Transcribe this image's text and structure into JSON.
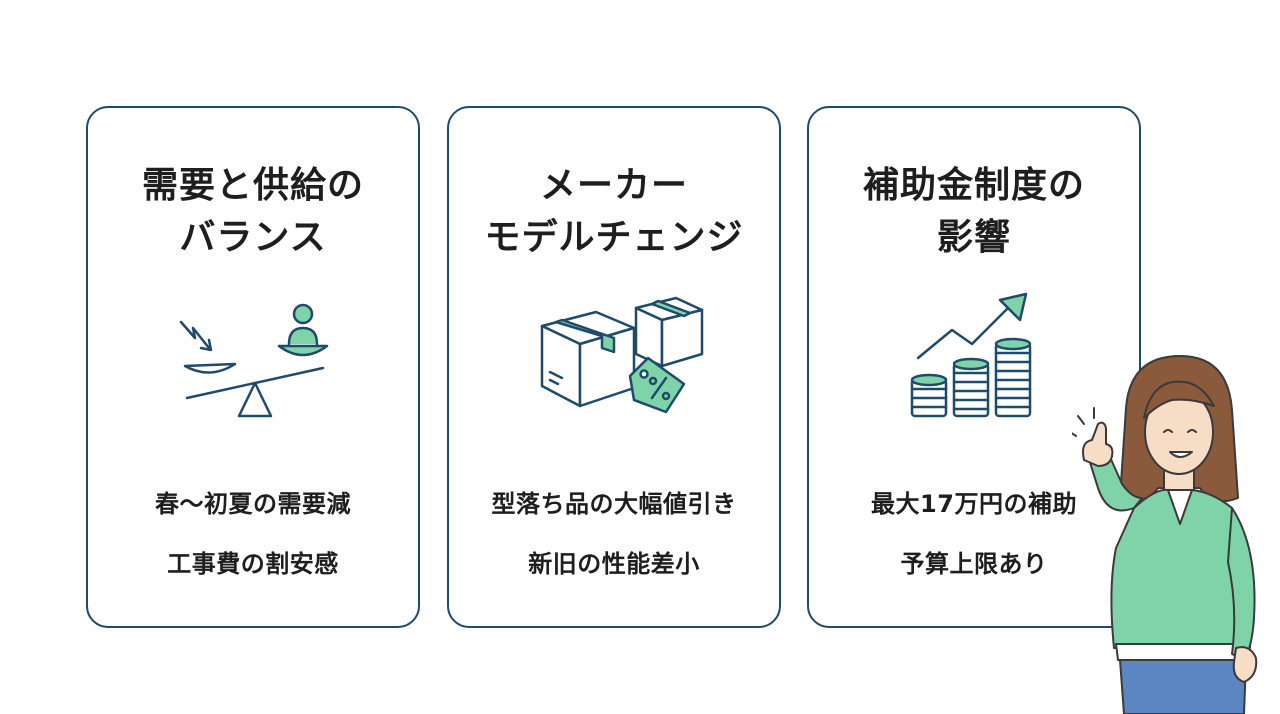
{
  "cards": [
    {
      "title_lines": [
        "需要と供給の",
        "バランス"
      ],
      "icon": "seesaw-balance-icon",
      "points": [
        "春〜初夏の需要減",
        "工事費の割安感"
      ]
    },
    {
      "title_lines": [
        "メーカー",
        "モデルチェンジ"
      ],
      "icon": "boxes-price-tag-icon",
      "points": [
        "型落ち品の大幅値引き",
        "新旧の性能差小"
      ]
    },
    {
      "title_lines": [
        "補助金制度の",
        "影響"
      ],
      "icon": "coins-growth-arrow-icon",
      "points": [
        "最大17万円の補助",
        "予算上限あり"
      ]
    }
  ],
  "colors": {
    "border": "#1f4a6b",
    "accent": "#7fd3a8",
    "line": "#1f4a6b"
  }
}
